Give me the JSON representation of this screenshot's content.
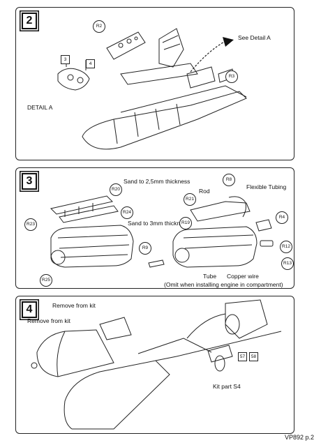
{
  "page_ref": "VP892 p.2",
  "steps": [
    {
      "number": "2",
      "detail_label": "DETAIL A",
      "see_detail": "See Detail A",
      "parts": [
        "R2",
        "R3"
      ],
      "detail_parts": [
        "3",
        "4"
      ]
    },
    {
      "number": "3",
      "sand_25": "Sand to 2,5mm thickness",
      "sand_3": "Sand to 3mm thickness",
      "rod": "Rod",
      "flexible_tubing": "Flexible Tubing",
      "tube": "Tube",
      "copper_wire": "Copper wire",
      "omit_note": "(Omit when installing engine in compartment)",
      "parts": [
        "R20",
        "R24",
        "R23",
        "R25",
        "R9",
        "R8",
        "R21",
        "R19",
        "R4",
        "R12",
        "R13"
      ]
    },
    {
      "number": "4",
      "remove_kit_1": "Remove from kit",
      "remove_kit_2": "Remove from kit",
      "kit_part": "Kit part S4",
      "boxes": [
        "57",
        "58"
      ]
    }
  ]
}
